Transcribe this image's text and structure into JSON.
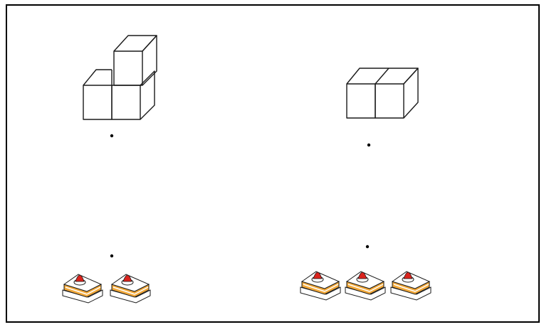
{
  "scene": {
    "left_group": {
      "cubes": 3,
      "cakes": 2
    },
    "right_group": {
      "cubes": 2,
      "cakes": 3
    }
  },
  "colors": {
    "frame": "#000000",
    "cake_sponge": "#f2a93b",
    "cake_cream": "#ffffff",
    "strawberry": "#d9231d",
    "outline": "#1a1a1a"
  },
  "icons": [
    "cube-stack-icon",
    "cake-slice-icon",
    "dot"
  ]
}
